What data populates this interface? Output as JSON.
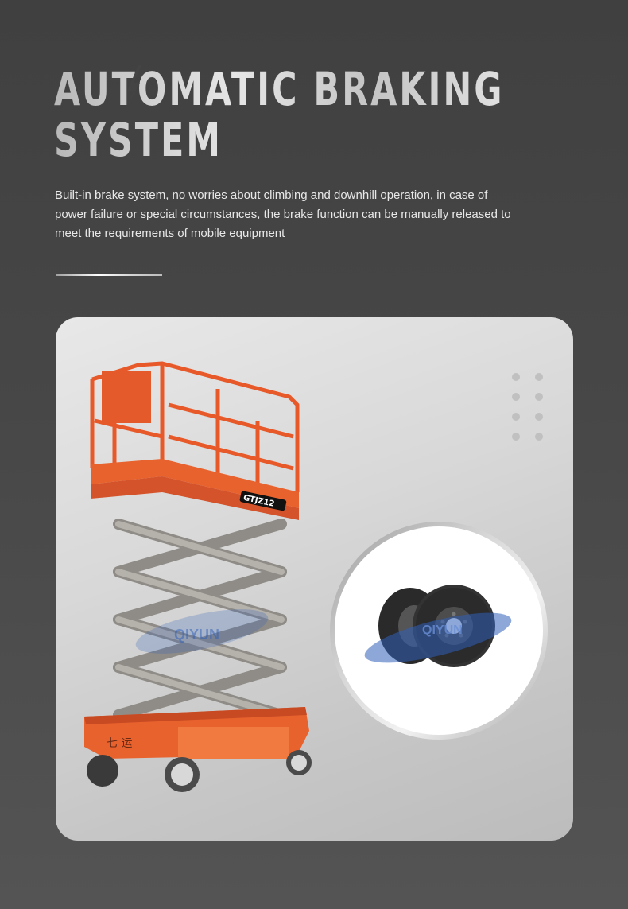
{
  "header": {
    "title_line1": "AUTOMATIC BRAKING",
    "title_line2": "SYSTEM",
    "title_icon": "lightning-bolt-icon"
  },
  "description": "Built-in brake system, no worries about climbing and downhill operation, in case of power failure or special circumstances, the brake function can be manually released to meet the requirements of mobile equipment",
  "product": {
    "model_label": "GTJZ12",
    "watermark": "QIYUN",
    "body_characters": "七 运",
    "accent_color": "#e8592a",
    "detail_image": "brake-disc",
    "logo_color": "#2f5fb8"
  },
  "decor": {
    "dots_rows": 4,
    "dots_cols": 2
  }
}
